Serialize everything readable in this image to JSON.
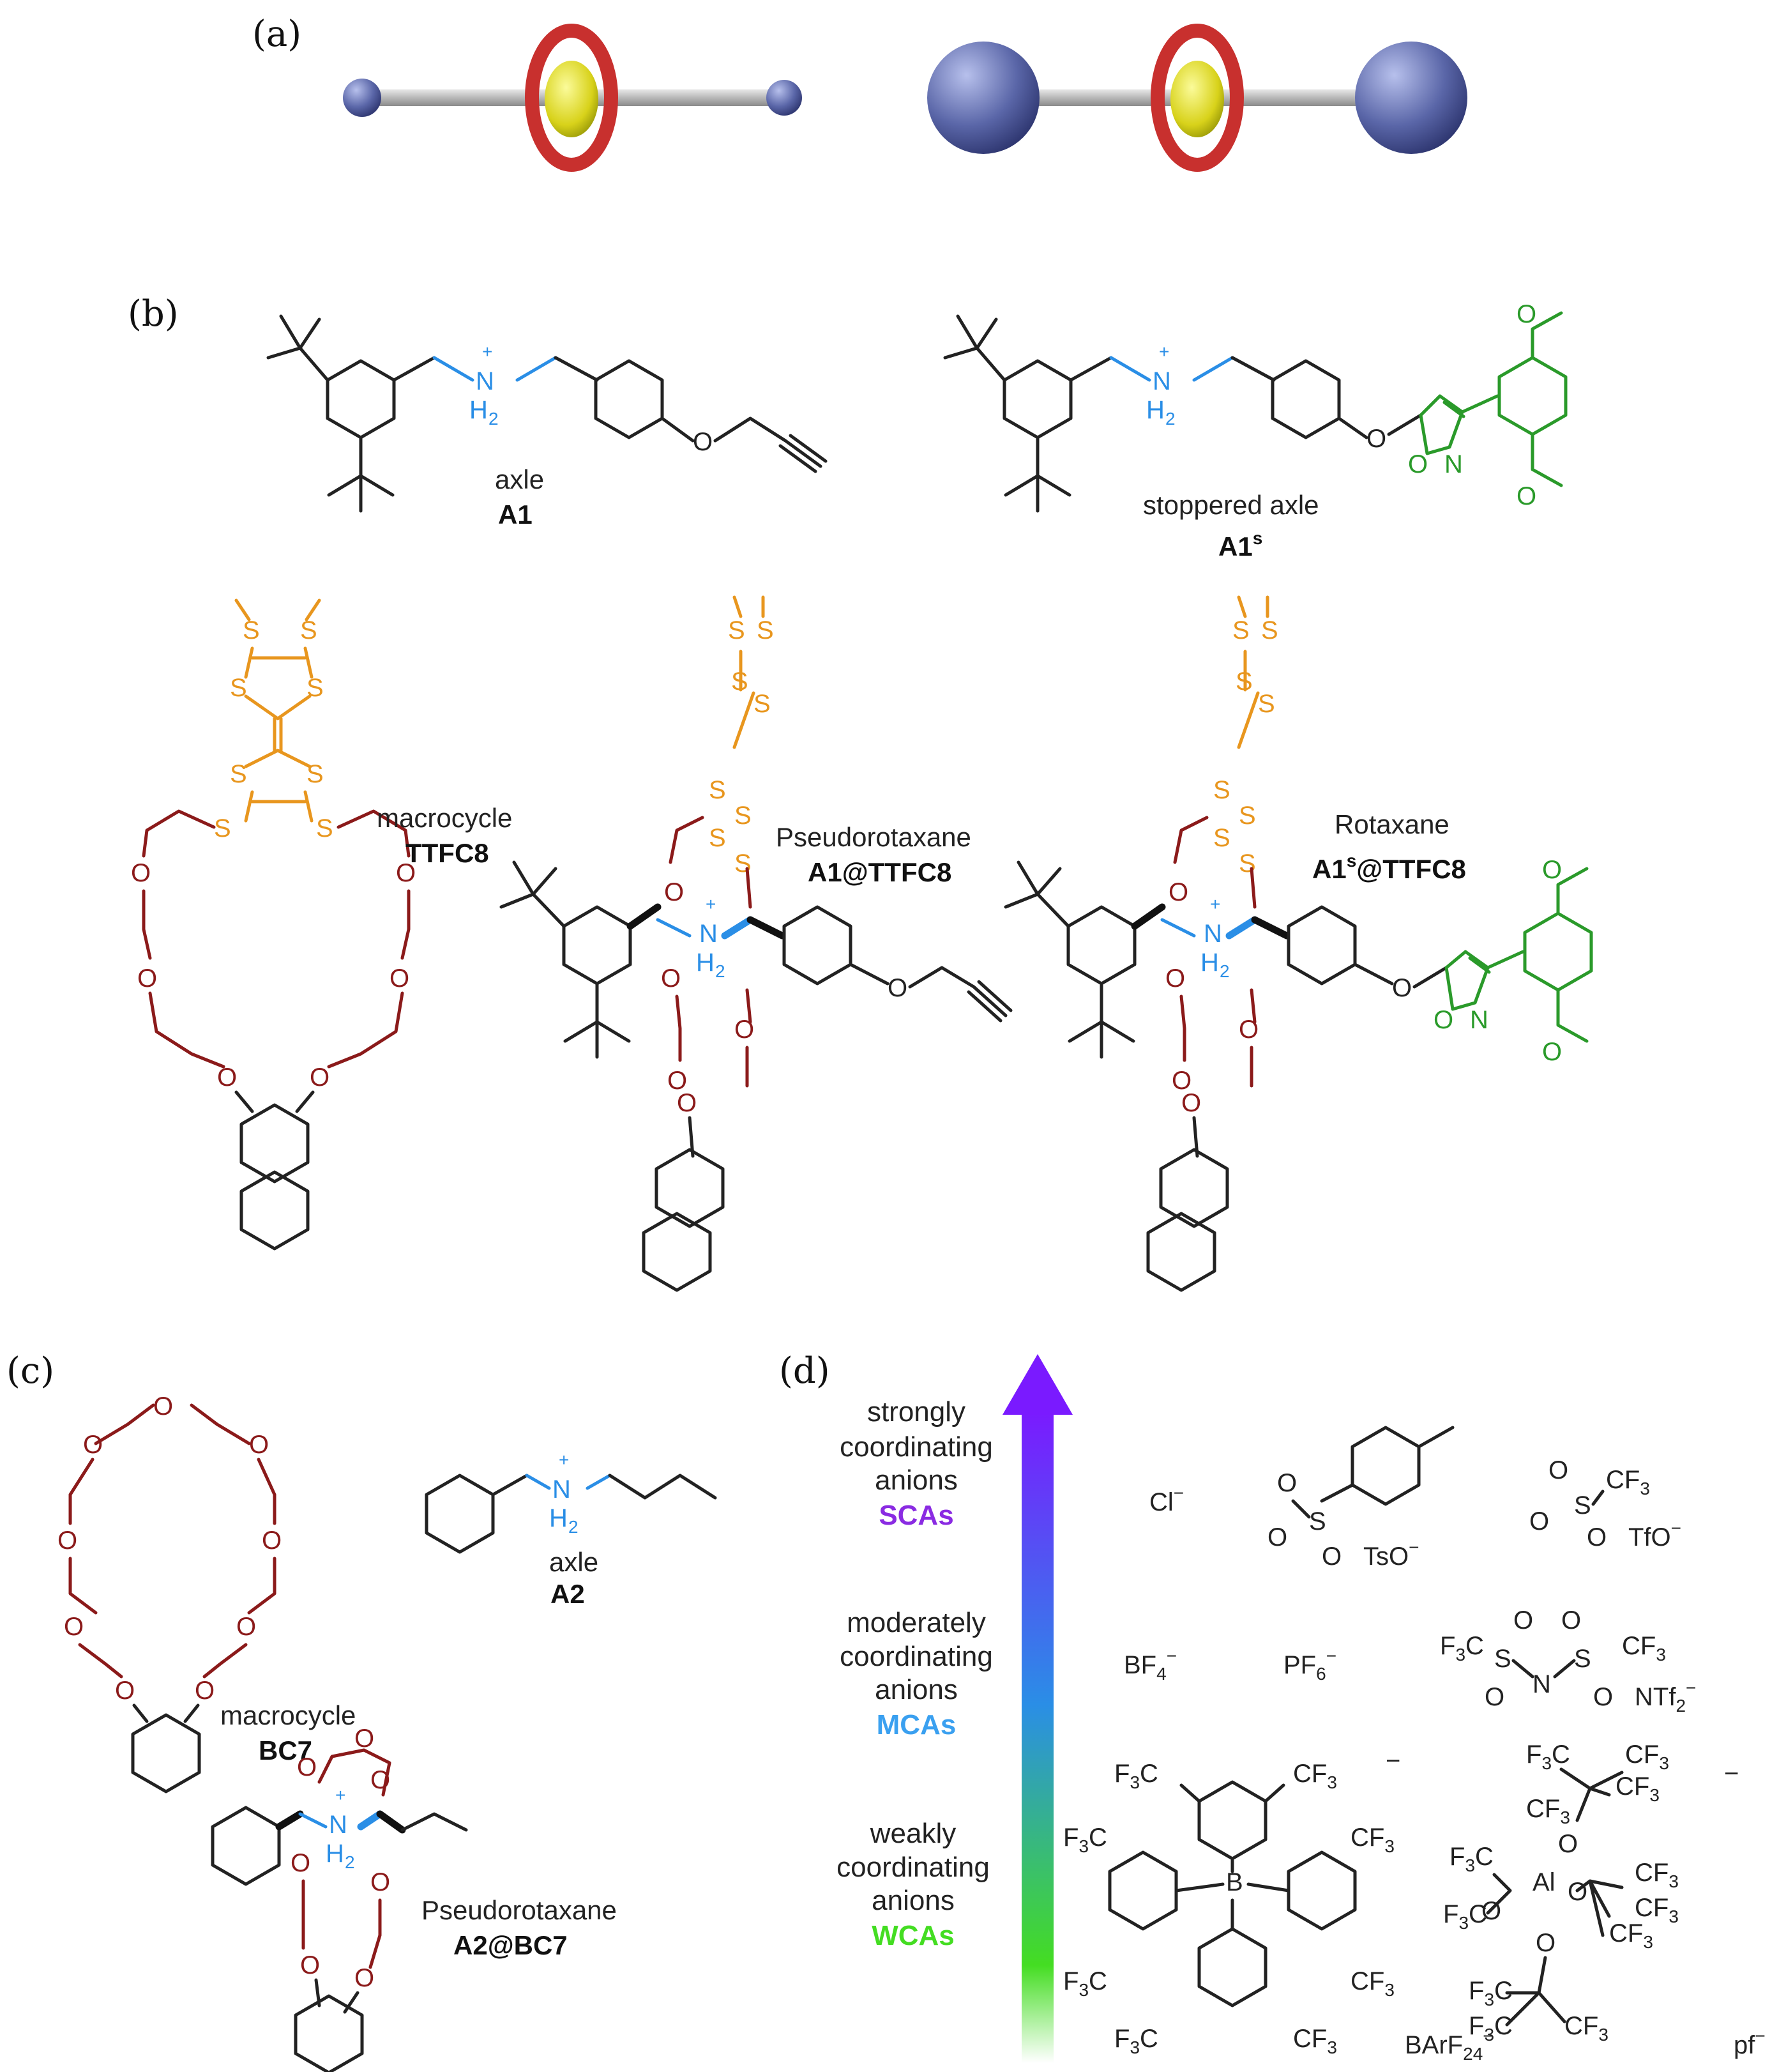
{
  "panels": {
    "a": "(a)",
    "b": "(b)",
    "c": "(c)",
    "d": "(d)"
  },
  "b": {
    "axle_a1": {
      "name": "axle",
      "code": "A1"
    },
    "axle_a1s": {
      "name": "stoppered axle",
      "code": "A1",
      "sup": "s"
    },
    "macrocycle": {
      "name": "macrocycle",
      "code": "TTFC8"
    },
    "pseudorotaxane": {
      "name": "Pseudorotaxane",
      "code": "A1@TTFC8"
    },
    "rotaxane": {
      "name": "Rotaxane",
      "code_pre": "A1",
      "sup": "s",
      "code_post": "@TTFC8"
    }
  },
  "c": {
    "macrocycle": {
      "name": "macrocycle",
      "code": "BC7"
    },
    "axle": {
      "name": "axle",
      "code": "A2"
    },
    "pseudorotaxane": {
      "name": "Pseudorotaxane",
      "code": "A2@BC7"
    }
  },
  "d": {
    "sca": {
      "line1": "strongly",
      "line2": "coordinating",
      "line3": "anions",
      "abbr": "SCAs"
    },
    "mca": {
      "line1": "moderately",
      "line2": "coordinating",
      "line3": "anions",
      "abbr": "MCAs"
    },
    "wca": {
      "line1": "weakly",
      "line2": "coordinating",
      "line3": "anions",
      "abbr": "WCAs"
    },
    "anions": {
      "cl": "Cl",
      "tso": "TsO",
      "tfo": "TfO",
      "bf4": "BF",
      "pf6": "PF",
      "ntf2": "NTf",
      "barf": "BArF",
      "pf": "pf"
    }
  },
  "colors": {
    "oxygen": "#8b1a1a",
    "sulfur": "#e8961e",
    "nitrogen": "#2a8ee6",
    "stopper": "#2a9a2a",
    "arrow_top": "#7a1aff",
    "arrow_mid": "#2a8ee6",
    "arrow_bottom": "#44dd22"
  }
}
